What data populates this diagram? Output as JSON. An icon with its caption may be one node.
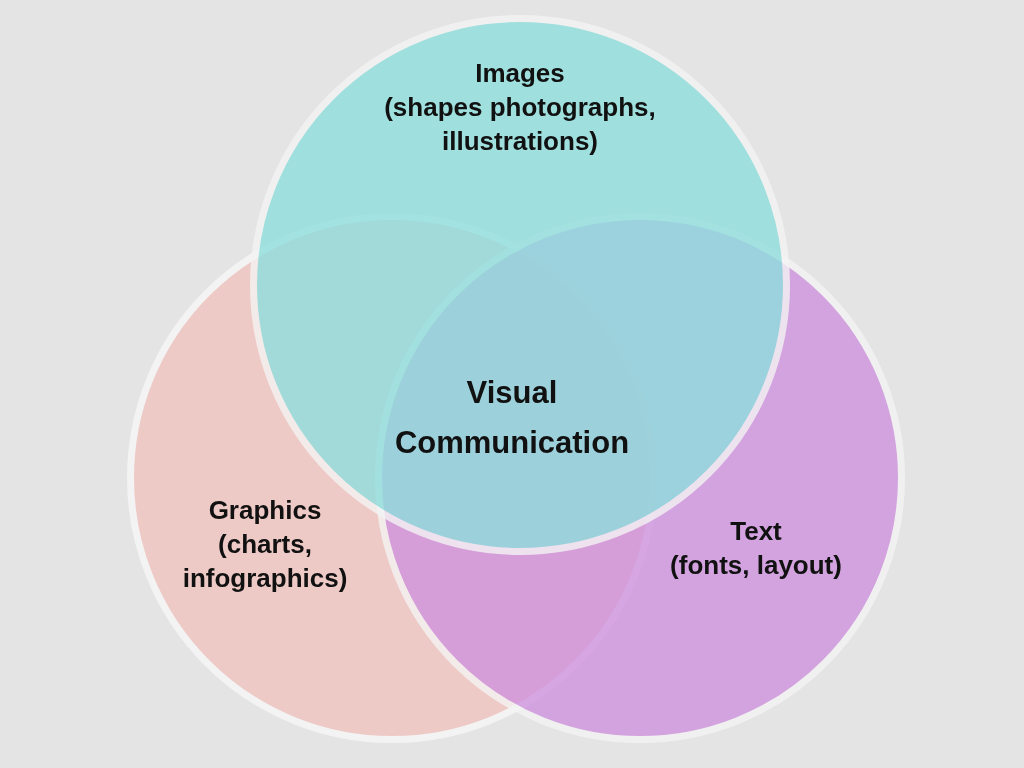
{
  "diagram": {
    "nodes": [
      {
        "text": [
          "Graphics",
          "(charts, infographics)"
        ]
      },
      {
        "text": [
          "Text",
          "(fonts, layout)"
        ]
      },
      {
        "text": [
          "Images",
          "(shapes photographs, illustrations)"
        ]
      }
    ],
    "labels": [
      "Visual Communication"
    ]
  }
}
